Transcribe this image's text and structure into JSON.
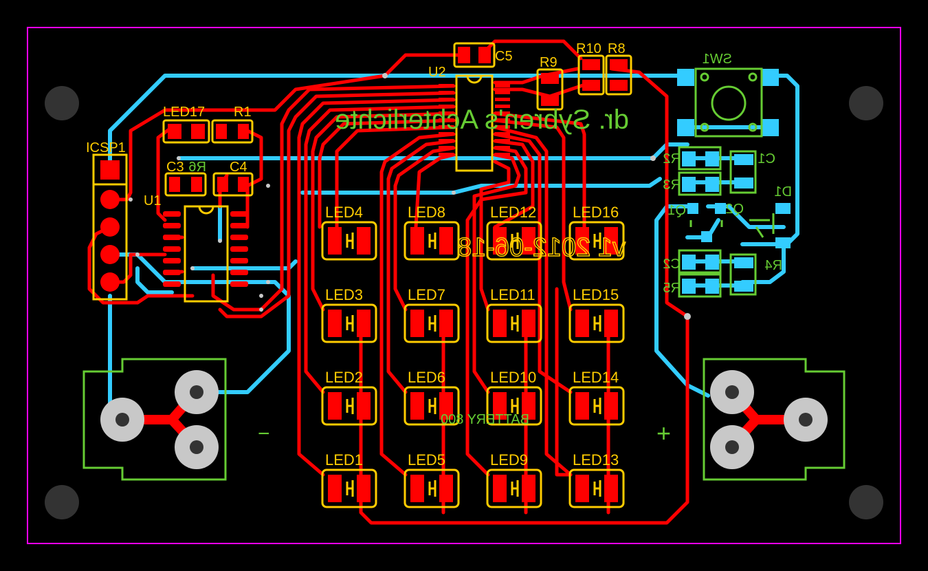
{
  "colors": {
    "background": "#000000",
    "outline": "#ff00ff",
    "top_copper": "#ff0000",
    "bottom_copper": "#33ccff",
    "top_silk": "#ffcc00",
    "bottom_silk": "#66cc33",
    "hole": "#333333",
    "pad_ring": "#c8c8c8"
  },
  "board": {
    "silk_top_text": "dr. Sybren's Achterlichte",
    "version_text": "v1 2012-06-18",
    "battery_label": "BATTERY 800",
    "minus_label": "−",
    "plus_label": "+"
  },
  "components": {
    "icsp": "ICSP1",
    "u1": "U1",
    "u2": "U2",
    "led17": "LED17",
    "r1": "R1",
    "r6": "R6",
    "c3": "C3",
    "c4": "C4",
    "c5": "C5",
    "r9": "R9",
    "r10": "R10",
    "r8": "R8",
    "sw1": "SW1",
    "r2": "R2",
    "r3": "R3",
    "r4": "R4",
    "r5": "R5",
    "c1": "C1",
    "c2": "C2",
    "q1": "Q1",
    "q2": "Q2",
    "d1": "D1"
  },
  "leds": [
    [
      "LED4",
      "LED8",
      "LED12",
      "LED16"
    ],
    [
      "LED3",
      "LED7",
      "LED11",
      "LED15"
    ],
    [
      "LED2",
      "LED6",
      "LED10",
      "LED14"
    ],
    [
      "LED1",
      "LED5",
      "LED9",
      "LED13"
    ]
  ]
}
